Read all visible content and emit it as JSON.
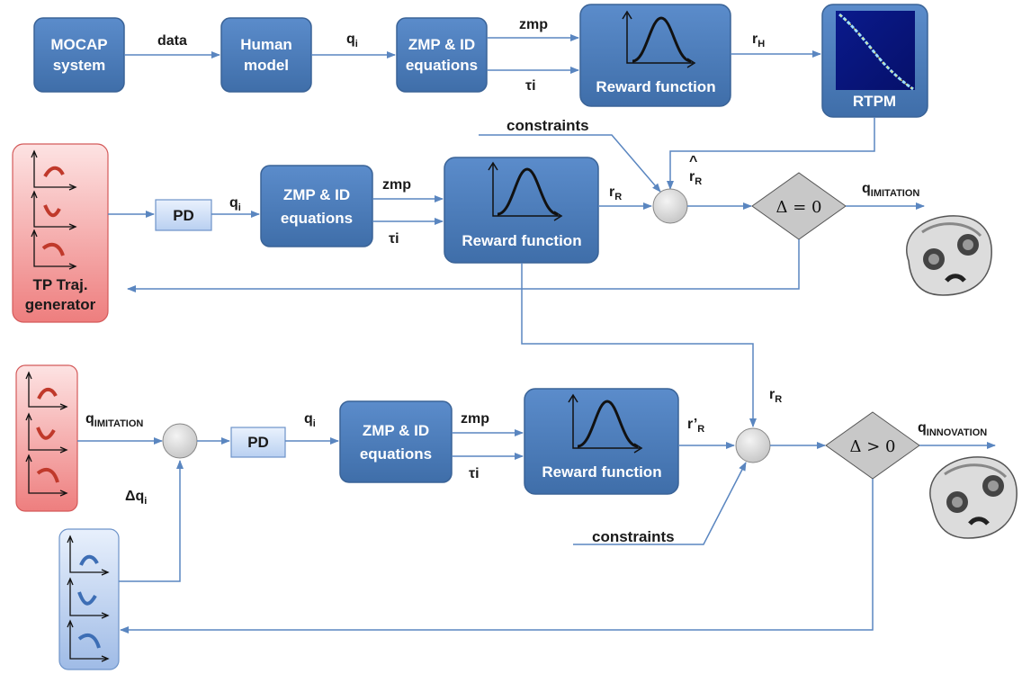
{
  "blocks": {
    "mocap": [
      "MOCAP",
      "system"
    ],
    "human_model": [
      "Human",
      "model"
    ],
    "zmp_top": [
      "ZMP & ID",
      "equations"
    ],
    "zmp_mid": [
      "ZMP & ID",
      "equations"
    ],
    "zmp_bot": [
      "ZMP & ID",
      "equations"
    ],
    "reward_top": "Reward function",
    "reward_mid": "Reward function",
    "reward_bot": "Reward function",
    "rtpm": "RTPM",
    "pd_mid": "PD",
    "pd_bot": "PD",
    "tp_generator": [
      "TP Traj.",
      "generator"
    ],
    "diamond_mid": "Δ = 0",
    "diamond_bot": "Δ > 0"
  },
  "signals": {
    "data": "data",
    "q": "q",
    "q_sub": "i",
    "zmp": "zmp",
    "tau": "τi",
    "r": "r",
    "r_H_sub": "H",
    "r_R_sub": "R",
    "r_hat": "^",
    "r_prime": "r’",
    "constraints": "constraints",
    "q_imitation_sub": "IMITATION",
    "q_innovation_sub": "INNOVATION",
    "delta_q": "Δq"
  },
  "colors": {
    "block_fill": "#4e7fbd",
    "block_stroke": "#3a6397",
    "pd_fill": "#cfe0f7",
    "red_panel": "#f08a8a",
    "blue_panel": "#a9c3ea",
    "arrow": "#5a86c0",
    "diamond": "#c8c8c8"
  }
}
